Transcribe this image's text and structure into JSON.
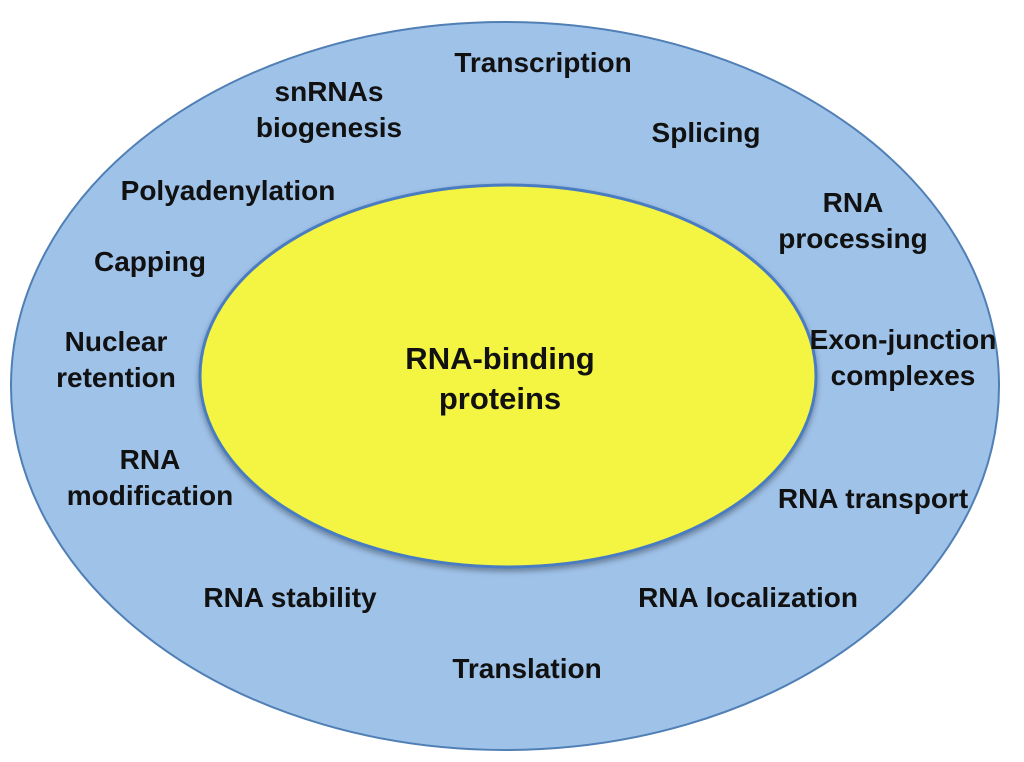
{
  "colors": {
    "outer_fill": "#9fc2e9",
    "outer_stroke": "#4f7fb5",
    "inner_fill": "#f4f442",
    "inner_stroke": "#4a7cc0",
    "text": "#111111"
  },
  "center": {
    "line1": "RNA-binding",
    "line2": "proteins"
  },
  "functions": {
    "transcription": "Transcription",
    "snrnas_line1": "snRNAs",
    "snrnas_line2": "biogenesis",
    "splicing": "Splicing",
    "polyadenylation": "Polyadenylation",
    "rna_processing_line1": "RNA",
    "rna_processing_line2": "processing",
    "capping": "Capping",
    "nuclear_retention_line1": "Nuclear",
    "nuclear_retention_line2": "retention",
    "exon_junction_line1": "Exon-junction",
    "exon_junction_line2": "complexes",
    "rna_modification_line1": "RNA",
    "rna_modification_line2": "modification",
    "rna_transport": "RNA transport",
    "rna_stability": "RNA stability",
    "rna_localization": "RNA localization",
    "translation": "Translation"
  }
}
